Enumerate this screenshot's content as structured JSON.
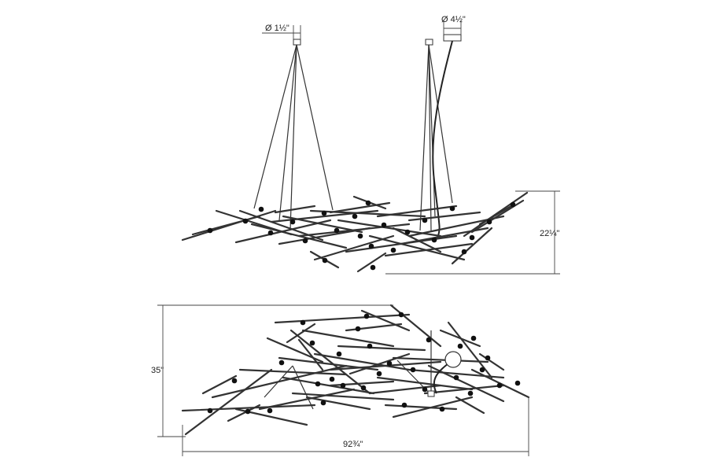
{
  "dimensions": {
    "canopy_diameter_small": "Ø 1½\"",
    "canopy_diameter_large": "Ø 4½\"",
    "fixture_height": "22¼\"",
    "fixture_depth": "35\"",
    "fixture_width": "92¾\""
  },
  "colors": {
    "line": "#333333",
    "node": "#111111",
    "background": "#ffffff"
  }
}
